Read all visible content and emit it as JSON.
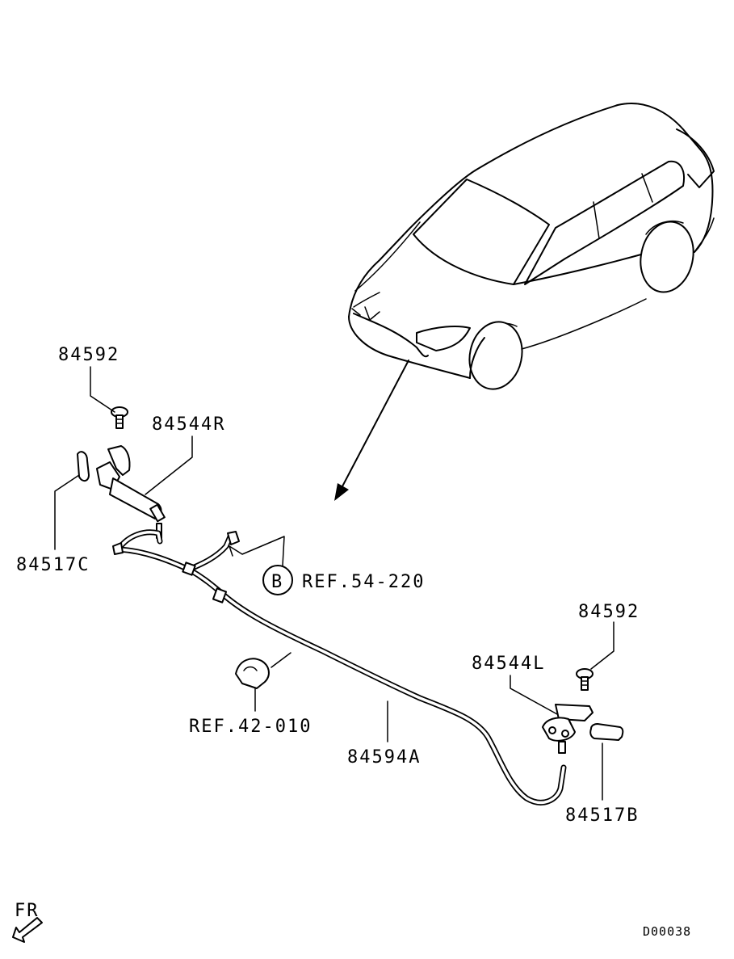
{
  "diagram": {
    "part_numbers": {
      "bolt_right": "84592",
      "nozzle_right": "84544R",
      "gasket_right": "84517C",
      "bolt_left": "84592",
      "nozzle_left": "84544L",
      "cover_left": "84517B",
      "hose": "84594A"
    },
    "references": {
      "circle_letter": "B",
      "ref_connector": "REF.54-220",
      "ref_clip": "REF.42-010"
    },
    "direction_label": "FR",
    "diagram_code": "D00038"
  }
}
